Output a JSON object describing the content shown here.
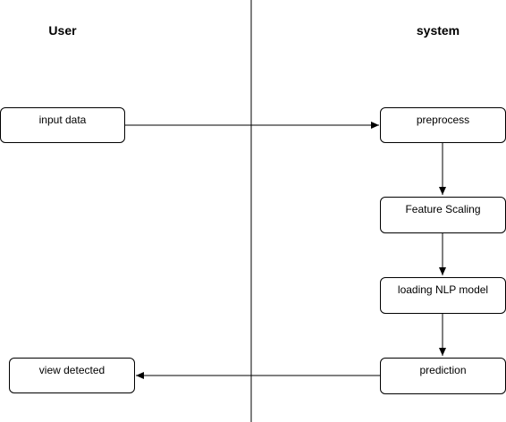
{
  "lanes": {
    "user": "User",
    "system": "system"
  },
  "nodes": {
    "input_data": "input data",
    "preprocess": "preprocess",
    "feature_scaling": "Feature Scaling",
    "loading_nlp_model": "loading NLP model",
    "prediction": "prediction",
    "view_detected": "view detected"
  },
  "colors": {
    "stroke": "#000000",
    "fill": "#ffffff"
  }
}
